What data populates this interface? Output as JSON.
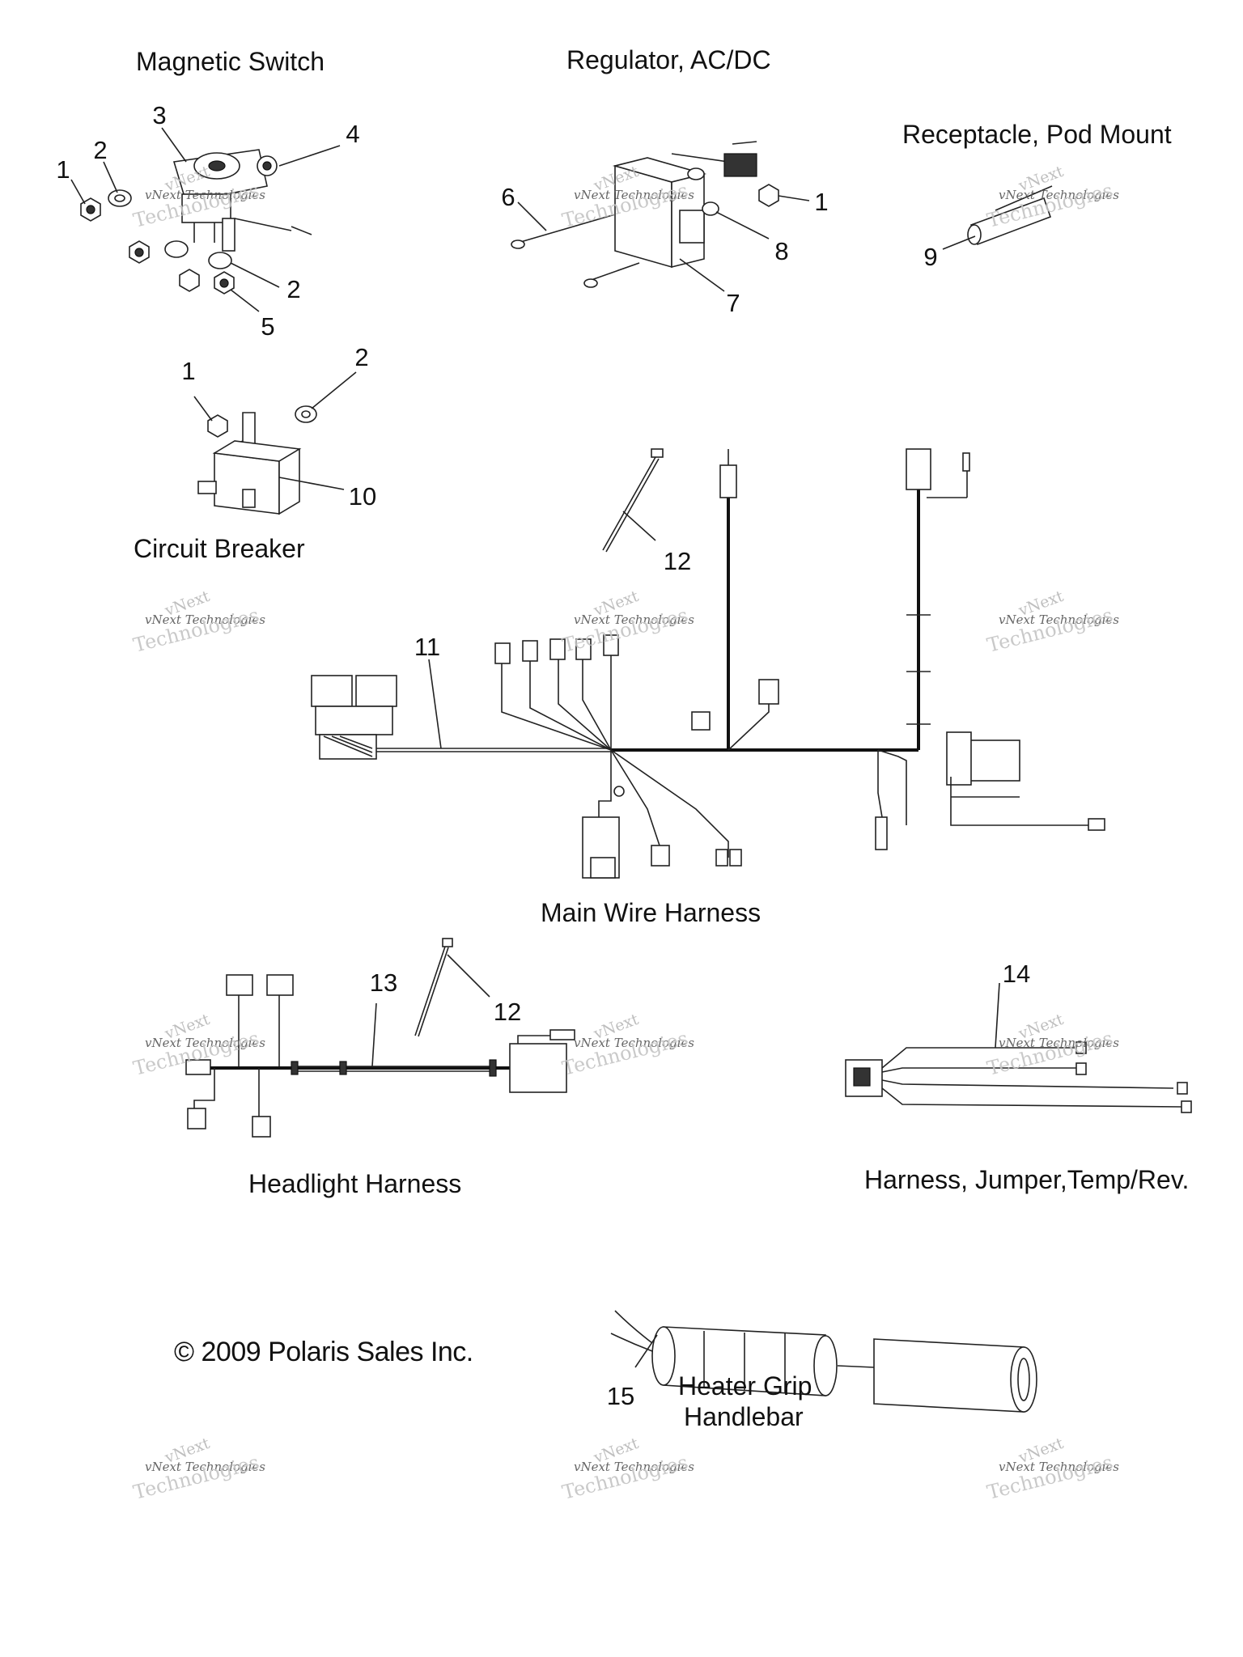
{
  "sections": {
    "magnetic_switch": "Magnetic Switch",
    "regulator": "Regulator, AC/DC",
    "receptacle": "Receptacle, Pod Mount",
    "circuit_breaker": "Circuit Breaker",
    "main_harness": "Main Wire Harness",
    "headlight_harness": "Headlight Harness",
    "jumper_harness": "Harness, Jumper,Temp/Rev.",
    "heater_grip_1": "Heater Grip",
    "heater_grip_2": "Handlebar"
  },
  "callouts": [
    "1",
    "2",
    "3",
    "4",
    "2",
    "5",
    "6",
    "1",
    "7",
    "8",
    "9",
    "1",
    "2",
    "10",
    "11",
    "12",
    "13",
    "12",
    "14",
    "15"
  ],
  "copyright": "© 2009 Polaris Sales Inc.",
  "watermark": {
    "line1": "vNext",
    "line2": "vNext Technologies",
    "line3": "Technologies"
  }
}
